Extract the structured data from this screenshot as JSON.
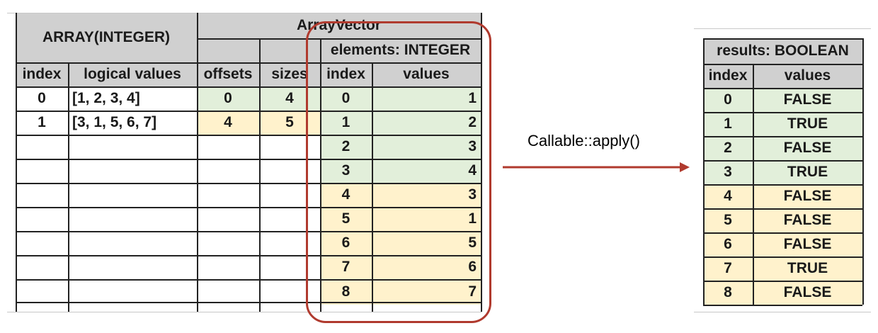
{
  "left_table": {
    "title_array": "ARRAY(INTEGER)",
    "title_vector": "ArrayVector",
    "elements_header": "elements: INTEGER",
    "columns": [
      "index",
      "logical values",
      "offsets",
      "sizes",
      "index",
      "values"
    ],
    "rows": [
      {
        "index": "0",
        "logical": "[1, 2, 3, 4]",
        "offset": "0",
        "size": "4"
      },
      {
        "index": "1",
        "logical": "[3, 1, 5, 6, 7]",
        "offset": "4",
        "size": "5"
      }
    ],
    "elements": [
      {
        "index": "0",
        "value": "1"
      },
      {
        "index": "1",
        "value": "2"
      },
      {
        "index": "2",
        "value": "3"
      },
      {
        "index": "3",
        "value": "4"
      },
      {
        "index": "4",
        "value": "3"
      },
      {
        "index": "5",
        "value": "1"
      },
      {
        "index": "6",
        "value": "5"
      },
      {
        "index": "7",
        "value": "6"
      },
      {
        "index": "8",
        "value": "7"
      }
    ]
  },
  "arrow_label": "Callable::apply()",
  "right_table": {
    "title": "results: BOOLEAN",
    "columns": [
      "index",
      "values"
    ],
    "rows": [
      {
        "index": "0",
        "value": "FALSE"
      },
      {
        "index": "1",
        "value": "TRUE"
      },
      {
        "index": "2",
        "value": "FALSE"
      },
      {
        "index": "3",
        "value": "TRUE"
      },
      {
        "index": "4",
        "value": "FALSE"
      },
      {
        "index": "5",
        "value": "FALSE"
      },
      {
        "index": "6",
        "value": "FALSE"
      },
      {
        "index": "7",
        "value": "TRUE"
      },
      {
        "index": "8",
        "value": "FALSE"
      }
    ]
  },
  "colors": {
    "header": "#d0d0d0",
    "row0": "#e2efda",
    "row1": "#fff2cc",
    "highlight": "#b03a2e"
  }
}
